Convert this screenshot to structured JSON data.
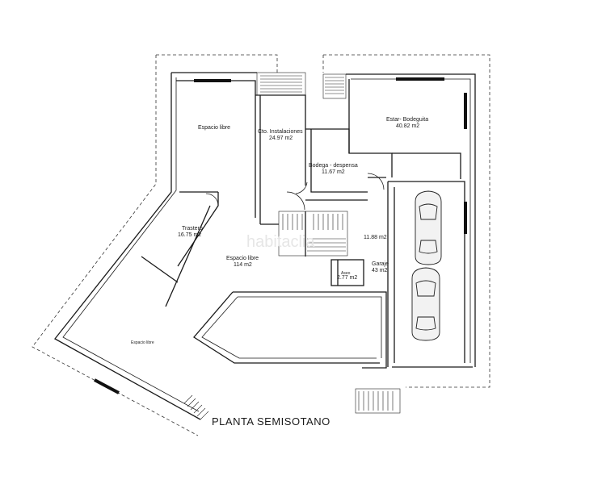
{
  "plan": {
    "title": "PLANTA SEMISOTANO",
    "watermark": "habitaclia",
    "rooms": {
      "espacio_libre_top": {
        "name": "Espacio libre",
        "area": ""
      },
      "cto_instalaciones": {
        "name": "Cto. Instalaciones",
        "area": "24.97 m2"
      },
      "estar_bodeguita": {
        "name": "Estar- Bodeguita",
        "area": "40.82 m2"
      },
      "bodega_despensa": {
        "name": "Bodega - despensa",
        "area": "11.67 m2"
      },
      "trastero": {
        "name": "Trastero",
        "area": "16.75 m2"
      },
      "hall": {
        "name": "",
        "area": "11.88 m2"
      },
      "espacio_libre_center": {
        "name": "Espacio libre",
        "area": "114 m2"
      },
      "garaje": {
        "name": "Garaje",
        "area": "43 m2"
      },
      "aseo": {
        "name": "Aseo",
        "area": "2.77 m2"
      },
      "espacio_libre_bottom": {
        "name": "Espacio libre",
        "area": ""
      }
    }
  }
}
